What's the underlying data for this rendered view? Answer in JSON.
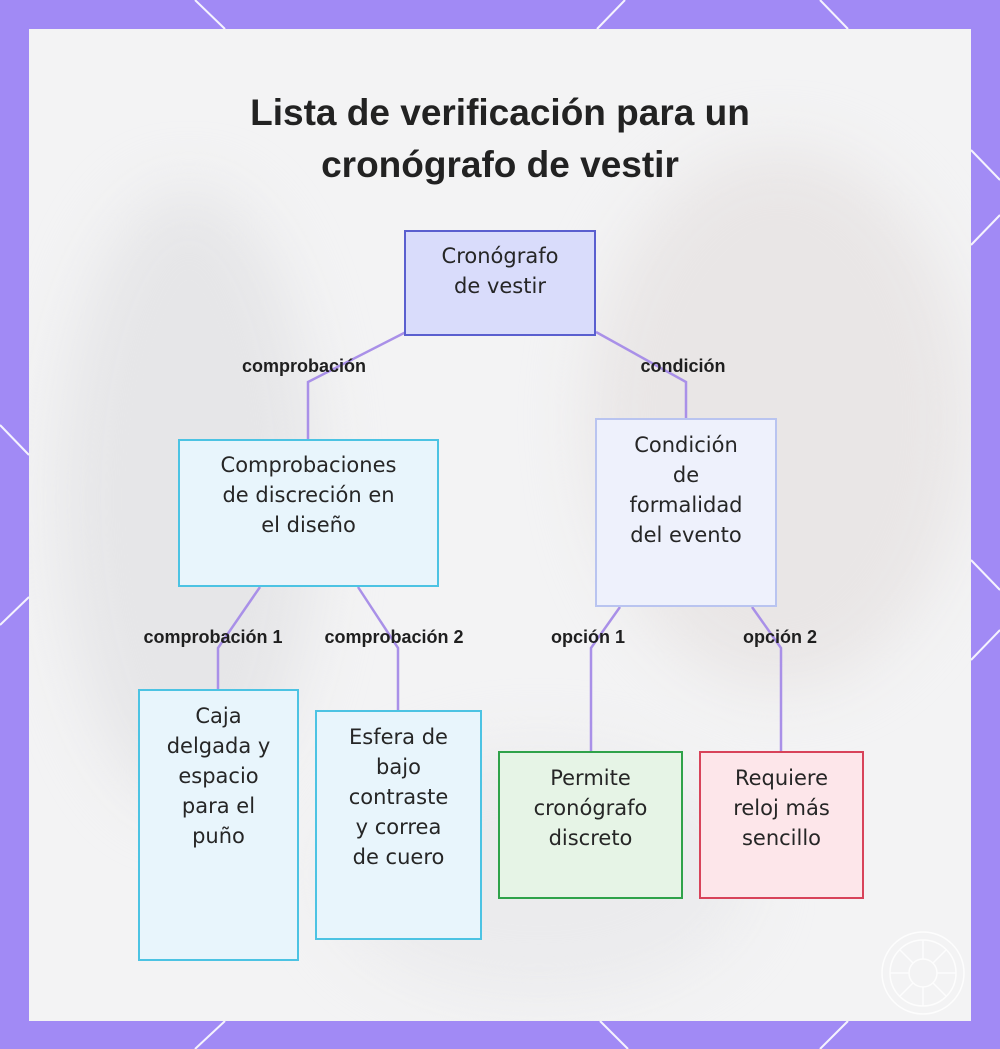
{
  "title": {
    "line1": "Lista de verificación para un",
    "line2": "cronógrafo de vestir"
  },
  "nodes": {
    "root": [
      "Cronógrafo",
      "de vestir"
    ],
    "design": [
      "Comprobaciones",
      "de discreción en",
      "el diseño"
    ],
    "event": [
      "Condición",
      "de",
      "formalidad",
      "del evento"
    ],
    "case": [
      "Caja",
      "delgada y",
      "espacio",
      "para el",
      "puño"
    ],
    "dial": [
      "Esfera de",
      "bajo",
      "contraste",
      "y correa",
      "de cuero"
    ],
    "allows": [
      "Permite",
      "cronógrafo",
      "discreto"
    ],
    "requires": [
      "Requiere",
      "reloj más",
      "sencillo"
    ]
  },
  "edges": {
    "check": "comprobación",
    "condition": "condición",
    "check1": "comprobación 1",
    "check2": "comprobación 2",
    "option1": "opción 1",
    "option2": "opción 2"
  },
  "colors": {
    "frame": "#a18af5",
    "connector": "#a990e8",
    "root_fill": "#d9dcfb",
    "root_border": "#5a5fcf",
    "design_fill": "#e8f5fc",
    "design_border": "#4cc3e3",
    "event_fill": "#eef1fc",
    "event_border": "#b9c4f0",
    "leaf_blue_fill": "#e8f5fc",
    "leaf_blue_border": "#4cc3e3",
    "green_fill": "#e6f4e6",
    "green_border": "#2fa24a",
    "red_fill": "#fde6ea",
    "red_border": "#d8435a"
  },
  "icons": {
    "seal": "seal-emblem-icon"
  }
}
